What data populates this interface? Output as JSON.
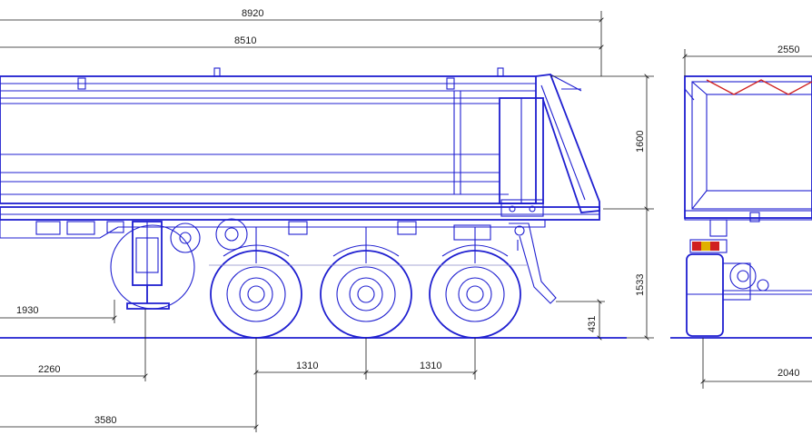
{
  "dimensions": {
    "overall_length": "8920",
    "body_length": "8510",
    "width_overall": "2550",
    "body_height": "1600",
    "frame_height": "1533",
    "rear_height": "431",
    "kingpin_to_leg": "1930",
    "kingpin_to_rear": "2260",
    "kingpin_to_axle1": "3580",
    "axle_spacing_1": "1310",
    "axle_spacing_2": "1310",
    "track_width": "2040"
  },
  "colors": {
    "drawing_lines": "#1f1fd0",
    "dimension_lines": "#1a1a1a",
    "tarp_straps": "#d02020",
    "background": "#ffffff"
  }
}
